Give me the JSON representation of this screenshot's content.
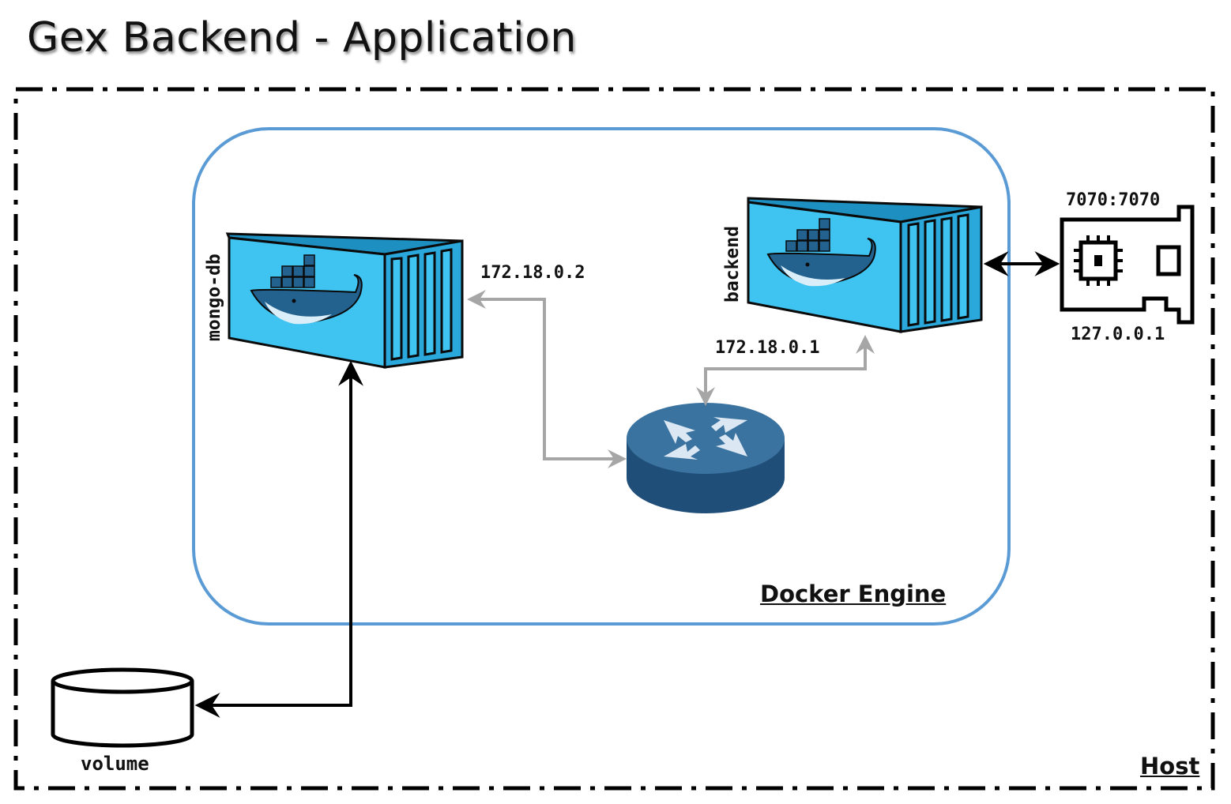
{
  "title": "Gex Backend - Application",
  "host": {
    "label": "Host"
  },
  "docker_engine": {
    "label": "Docker Engine"
  },
  "containers": {
    "mongo": {
      "label": "mongo-db",
      "ip": "172.18.0.2",
      "icon": "docker-container-icon"
    },
    "backend": {
      "label": "backend",
      "ip": "172.18.0.1",
      "icon": "docker-container-icon"
    }
  },
  "router": {
    "icon": "router-icon"
  },
  "nic": {
    "port_mapping": "7070:7070",
    "address": "127.0.0.1",
    "icon": "network-card-icon"
  },
  "volume": {
    "label": "volume",
    "icon": "disk-volume-icon"
  },
  "colors": {
    "engine_border": "#5b9bd5",
    "container_blue": "#3fc3f0",
    "router_top": "#3b73a0",
    "router_side": "#1f4e79",
    "network_link": "#a6a6a6"
  }
}
